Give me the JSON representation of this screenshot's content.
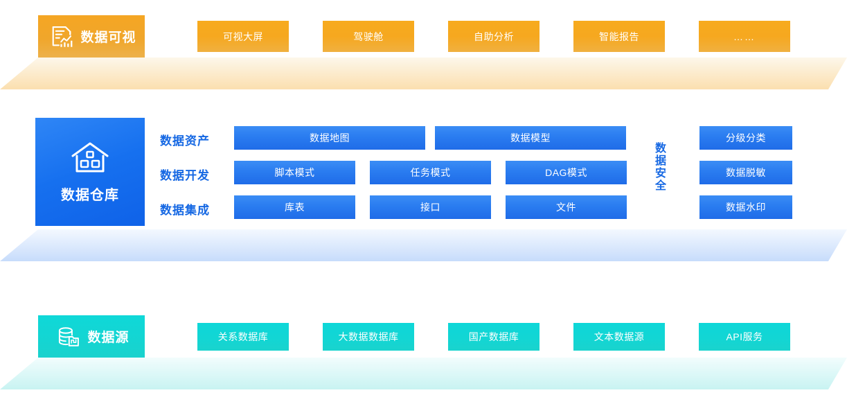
{
  "colors": {
    "orange": "#f5a623",
    "orange_platform_top": "#fdf6e7",
    "orange_platform_bottom": "#fbdfae",
    "blue": "#1670ef",
    "blue_label": "#1668e3",
    "blue_platform_top": "#f4f9ff",
    "blue_platform_bottom": "#c8ddfb",
    "cyan": "#12d5d4",
    "cyan_platform_top": "#f3fdfd",
    "cyan_platform_bottom": "#c9f3f2"
  },
  "layers": [
    {
      "id": "visualization",
      "chip": {
        "label": "数据可视",
        "icon": "document-chart-icon"
      },
      "items": [
        {
          "label": "可视大屏"
        },
        {
          "label": "驾驶舱"
        },
        {
          "label": "自助分析"
        },
        {
          "label": "智能报告"
        },
        {
          "label": "……"
        }
      ]
    },
    {
      "id": "data-warehouse",
      "chip": {
        "label": "数据仓库",
        "icon": "warehouse-house-icon"
      },
      "rows": [
        {
          "label": "数据资产",
          "items": [
            {
              "label": "数据地图"
            },
            {
              "label": "数据模型"
            }
          ]
        },
        {
          "label": "数据开发",
          "items": [
            {
              "label": "脚本模式"
            },
            {
              "label": "任务模式"
            },
            {
              "label": "DAG模式"
            }
          ]
        },
        {
          "label": "数据集成",
          "items": [
            {
              "label": "库表"
            },
            {
              "label": "接口"
            },
            {
              "label": "文件"
            }
          ]
        }
      ],
      "security": {
        "label": "数据安全",
        "items": [
          {
            "label": "分级分类"
          },
          {
            "label": "数据脱敏"
          },
          {
            "label": "数据水印"
          }
        ]
      }
    },
    {
      "id": "data-source",
      "chip": {
        "label": "数据源",
        "icon": "database-folder-icon"
      },
      "items": [
        {
          "label": "关系数据库"
        },
        {
          "label": "大数据数据库"
        },
        {
          "label": "国产数据库"
        },
        {
          "label": "文本数据源"
        },
        {
          "label": "API服务"
        }
      ]
    }
  ]
}
